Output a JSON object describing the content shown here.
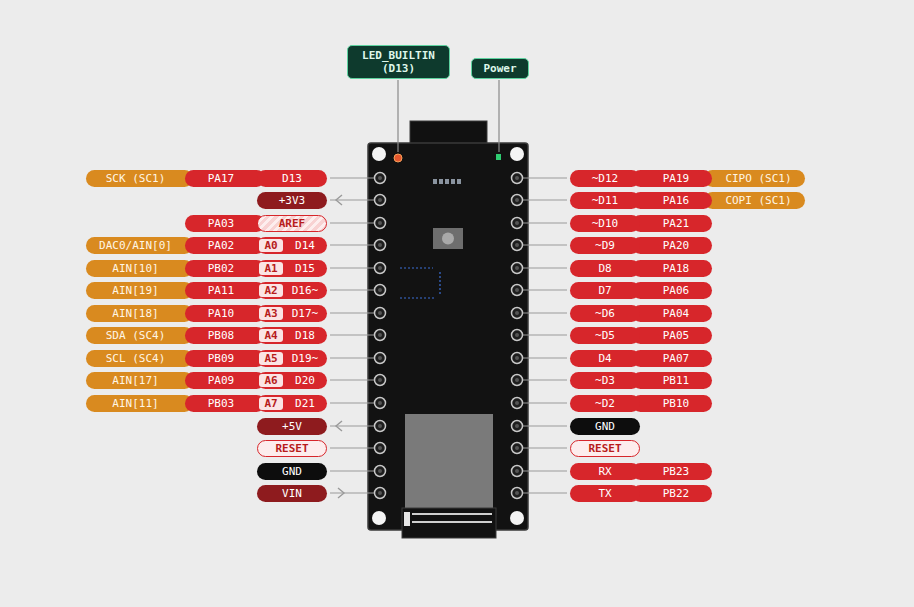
{
  "diagram": {
    "nodes": [
      {
        "text": [
          "LED_BUILTIN (D13)"
        ]
      },
      {
        "text": [
          "Power"
        ]
      },
      {
        "text": [
          "SCK (SC1)"
        ]
      },
      {
        "text": [
          "PA17"
        ]
      },
      {
        "text": [
          "D13"
        ]
      },
      {
        "text": [
          "~D12"
        ]
      },
      {
        "text": [
          "PA19"
        ]
      },
      {
        "text": [
          "CIPO (SC1)"
        ]
      },
      {
        "text": [
          "+3V3"
        ]
      },
      {
        "text": [
          "~D11"
        ]
      },
      {
        "text": [
          "PA16"
        ]
      },
      {
        "text": [
          "COPI (SC1)"
        ]
      },
      {
        "text": [
          "PA03"
        ]
      },
      {
        "text": [
          "AREF"
        ]
      },
      {
        "text": [
          "~D10"
        ]
      },
      {
        "text": [
          "PA21"
        ]
      },
      {
        "text": [
          "DAC0/AIN[0]"
        ]
      },
      {
        "text": [
          "PA02"
        ]
      },
      {
        "text": [
          "D14"
        ]
      },
      {
        "text": [
          "A0"
        ],
        "in": 18
      },
      {
        "text": [
          "~D9"
        ]
      },
      {
        "text": [
          "PA20"
        ]
      },
      {
        "text": [
          "AIN[10]"
        ]
      },
      {
        "text": [
          "PB02"
        ]
      },
      {
        "text": [
          "D15"
        ]
      },
      {
        "text": [
          "A1"
        ],
        "in": 24
      },
      {
        "text": [
          "D8"
        ]
      },
      {
        "text": [
          "PA18"
        ]
      },
      {
        "text": [
          "AIN[19]"
        ]
      },
      {
        "text": [
          "PA11"
        ]
      },
      {
        "text": [
          "D16~"
        ]
      },
      {
        "text": [
          "A2"
        ],
        "in": 30
      },
      {
        "text": [
          "D7"
        ]
      },
      {
        "text": [
          "PA06"
        ]
      },
      {
        "text": [
          "AIN[18]"
        ]
      },
      {
        "text": [
          "PA10"
        ]
      },
      {
        "text": [
          "D17~"
        ]
      },
      {
        "text": [
          "A3"
        ],
        "in": 36
      },
      {
        "text": [
          "~D6"
        ]
      },
      {
        "text": [
          "PA04"
        ]
      },
      {
        "text": [
          "SDA (SC4)"
        ]
      },
      {
        "text": [
          "PB08"
        ]
      },
      {
        "text": [
          "D18"
        ]
      },
      {
        "text": [
          "A4"
        ],
        "in": 42
      },
      {
        "text": [
          "~D5"
        ]
      },
      {
        "text": [
          "PA05"
        ]
      },
      {
        "text": [
          "SCL (SC4)"
        ]
      },
      {
        "text": [
          "PB09"
        ]
      },
      {
        "text": [
          "D19~"
        ]
      },
      {
        "text": [
          "A5"
        ],
        "in": 48
      },
      {
        "text": [
          "D4"
        ]
      },
      {
        "text": [
          "PA07"
        ]
      },
      {
        "text": [
          "AIN[17]"
        ]
      },
      {
        "text": [
          "PA09"
        ]
      },
      {
        "text": [
          "D20"
        ]
      },
      {
        "text": [
          "A6"
        ],
        "in": 54
      },
      {
        "text": [
          "~D3"
        ]
      },
      {
        "text": [
          "PB11"
        ]
      },
      {
        "text": [
          "AIN[11]"
        ]
      },
      {
        "text": [
          "PB03"
        ]
      },
      {
        "text": [
          "D21"
        ]
      },
      {
        "text": [
          "A7"
        ],
        "in": 60
      },
      {
        "text": [
          "~D2"
        ]
      },
      {
        "text": [
          "PB10"
        ]
      },
      {
        "text": [
          "+5V"
        ]
      },
      {
        "text": [
          "GND"
        ]
      },
      {
        "text": [
          "RESET"
        ]
      },
      {
        "text": [
          "RESET"
        ]
      },
      {
        "text": [
          "GND"
        ]
      },
      {
        "text": [
          "RX"
        ]
      },
      {
        "text": [
          "PB23"
        ]
      },
      {
        "text": [
          "VIN"
        ]
      },
      {
        "text": [
          "TX"
        ]
      },
      {
        "text": [
          "PB22"
        ]
      }
    ]
  }
}
